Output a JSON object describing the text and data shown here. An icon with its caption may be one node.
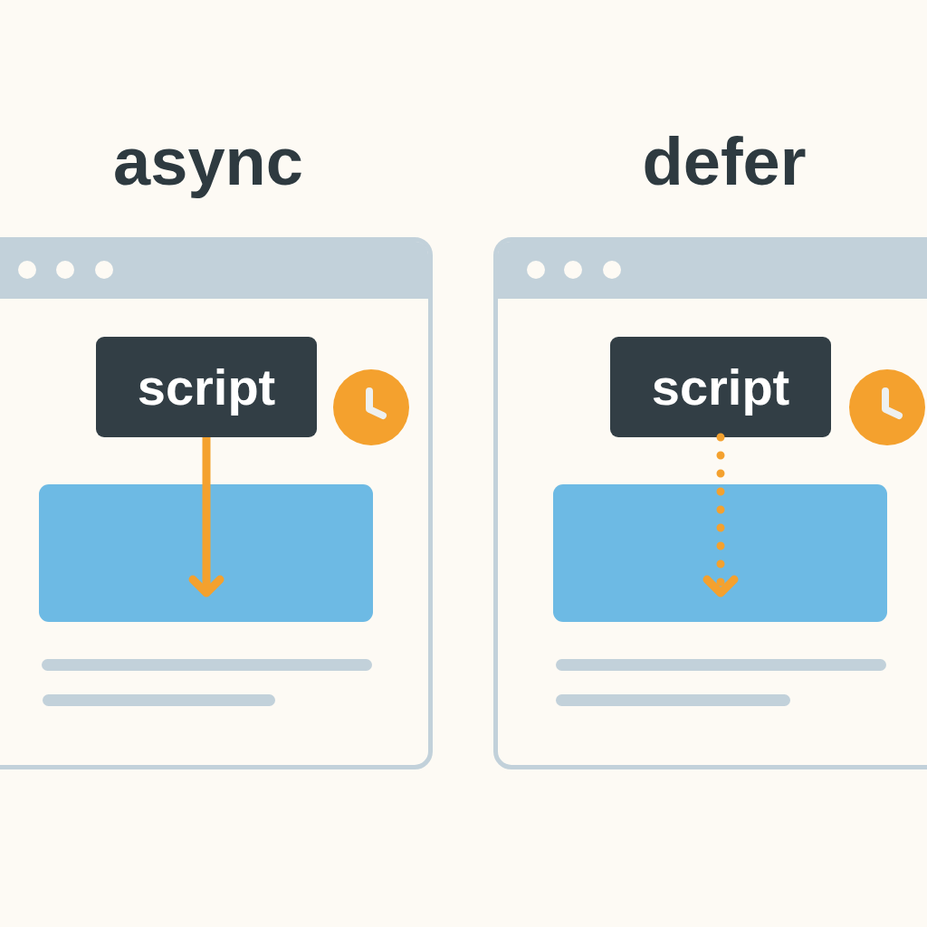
{
  "diagram": {
    "nodes": [
      {
        "text": [
          "async"
        ]
      },
      {
        "text": [
          "script"
        ],
        "in": 0
      },
      {
        "text": [],
        "shape": "box",
        "in": 0
      },
      {
        "text": [
          "defer"
        ]
      },
      {
        "text": [
          "script"
        ],
        "in": 3
      },
      {
        "text": [],
        "shape": "box",
        "in": 3
      }
    ],
    "edges": [
      {
        "from": 1,
        "to": 2,
        "arrow": "to"
      },
      {
        "from": 4,
        "to": 5,
        "arrow": "to",
        "style": "dashed"
      }
    ]
  }
}
